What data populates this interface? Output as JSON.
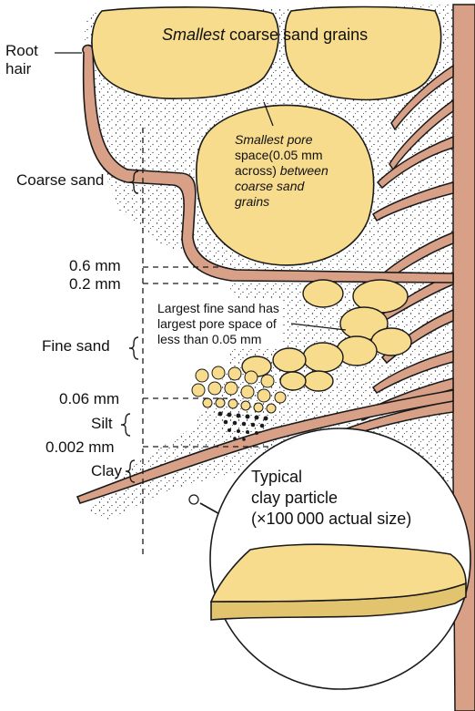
{
  "labels": {
    "root_hair": [
      "Root",
      "hair"
    ],
    "title_italic": "Smallest",
    "title_rest": " coarse sand grains",
    "pore_line1": "Smallest pore",
    "pore_line2": "space(0.05 mm",
    "pore_line3a": "across) ",
    "pore_line3b": "between",
    "pore_line4": "coarse sand",
    "pore_line5": "grains",
    "coarse_sand": "Coarse sand",
    "mm_06": "0.6 mm",
    "mm_02": "0.2 mm",
    "fine_note": [
      "Largest fine sand has",
      "largest pore space of",
      "less than 0.05 mm"
    ],
    "fine_sand": "Fine sand",
    "mm_006": "0.06 mm",
    "silt": "Silt",
    "mm_0002": "0.002 mm",
    "clay": "Clay",
    "clay_particle": [
      "Typical",
      "clay particle",
      "(×100 000 actual size)"
    ]
  },
  "colors": {
    "grain": "#f7dc8e",
    "root": "#d8a187",
    "outline": "#1a1a1a",
    "soil": "#ffffff"
  }
}
